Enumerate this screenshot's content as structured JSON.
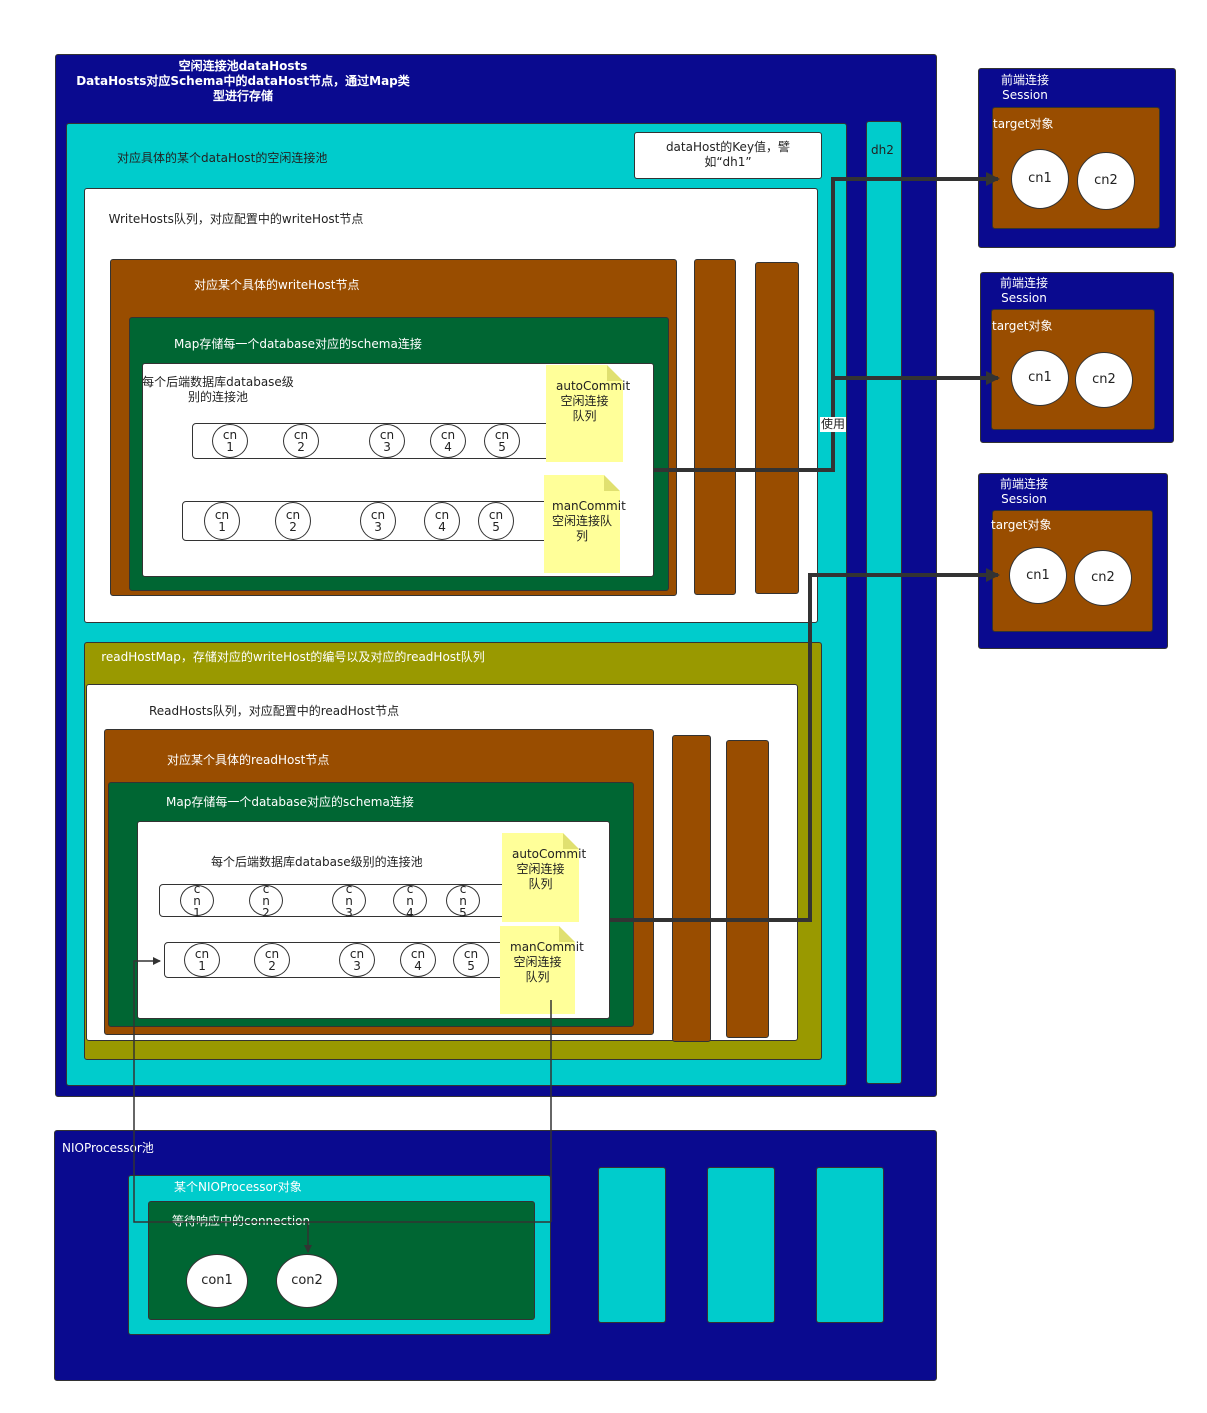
{
  "pool": {
    "title_lines": [
      "空闲连接池dataHosts",
      "DataHosts对应Schema中的dataHost节点，通过Map类",
      "型进行存储"
    ],
    "dh1_label": "对应具体的某个dataHost的空闲连接池",
    "key_note": "dataHost的Key值，譬如“dh1”",
    "dh2_label": "dh2",
    "use_label": "使用"
  },
  "write": {
    "queue_label": "WriteHosts队列，对应配置中的writeHost节点",
    "node_label": "对应某个具体的writeHost节点",
    "map_label": "Map存储每一个database对应的schema连接",
    "pool_label": "每个后端数据库database级别的连接池",
    "auto_note": "autoCommit空闲连接队列",
    "man_note": "manCommit空闲连接队列",
    "row1": [
      "cn 1",
      "cn 2",
      "cn 3",
      "cn 4",
      "cn 5"
    ],
    "row2": [
      "cn 1",
      "cn 2",
      "cn 3",
      "cn 4",
      "cn 5"
    ]
  },
  "read": {
    "map_title": "readHostMap，存储对应的writeHost的编号以及对应的readHost队列",
    "queue_label": "ReadHosts队列，对应配置中的readHost节点",
    "node_label": "对应某个具体的readHost节点",
    "map_label": "Map存储每一个database对应的schema连接",
    "pool_label": "每个后端数据库database级别的连接池",
    "auto_note": "autoCommit空闲连接队列",
    "man_note": "manCommit空闲连接队列",
    "row1": [
      "cn1",
      "cn2",
      "cn3",
      "cn4",
      "cn5"
    ],
    "row2": [
      "cn 1",
      "cn 2",
      "cn 3",
      "cn 4",
      "cn 5"
    ]
  },
  "sessions": [
    {
      "title": "前端连接 Session",
      "target": "target对象",
      "cn1": "cn1",
      "cn2": "cn2"
    },
    {
      "title": "前端连接 Session",
      "target": "target对象",
      "cn1": "cn1",
      "cn2": "cn2"
    },
    {
      "title": "前端连接 Session",
      "target": "target对象",
      "cn1": "cn1",
      "cn2": "cn2"
    }
  ],
  "nio": {
    "pool_label": "NIOProcessor池",
    "obj_label": "某个NIOProcessor对象",
    "wait_label": "等待响应中的connection",
    "con1": "con1",
    "con2": "con2"
  },
  "colors": {
    "navy": "#0a0a8f",
    "cyan": "#00cccc",
    "brown": "#994d00",
    "green": "#006633",
    "olive": "#999900",
    "note": "#ffff99"
  }
}
